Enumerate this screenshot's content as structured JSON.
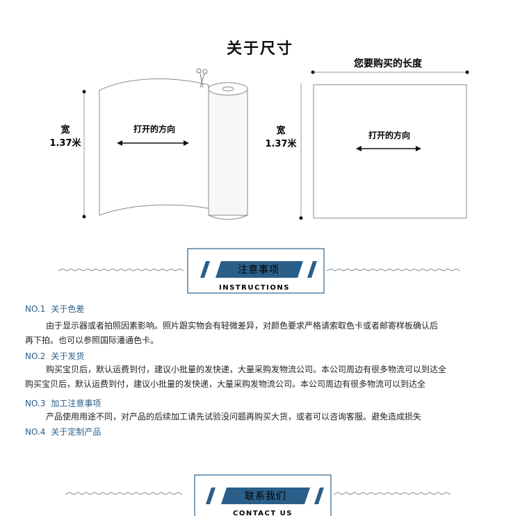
{
  "size_title": "关于尺寸",
  "diagram": {
    "left_width_label": "宽",
    "left_width_value": "1.37米",
    "left_direction": "打开的方向",
    "right_length_label": "您要购买的长度",
    "right_width_label": "宽",
    "right_width_value": "1.37米",
    "right_direction": "打开的方向"
  },
  "notice_banner": {
    "title": "注意事项",
    "subtitle": "INSTRUCTIONS"
  },
  "sections": [
    {
      "number": "NO.1",
      "title": "关于色差",
      "lines": [
        "由于显示器或者拍照因素影响。照片跟实物会有轻微差异，对颜色要求严格请索取色卡或者邮寄样板确认后",
        "再下拍。也可以参照国际潘通色卡。"
      ]
    },
    {
      "number": "NO.2",
      "title": "关于发货",
      "lines": [
        "购买宝贝后，默认运费到付，建议小批量的发快递，大量采购发物流公司。本公司周边有很多物流可以到达全",
        "购买宝贝后，默认运费到付，建议小批量的发快递，大量采购发物流公司。本公司周边有很多物流可以到达全"
      ]
    },
    {
      "number": "NO.3",
      "title": "加工注意事项",
      "lines": [
        "产品使用用途不同，对产品的后续加工请先试验没问题再购买大货，或者可以咨询客服。避免造成损失"
      ]
    },
    {
      "number": "NO.4",
      "title": "关于定制产品",
      "lines": []
    }
  ],
  "contact_banner": {
    "title": "联系我们",
    "subtitle": "CONTACT US"
  }
}
